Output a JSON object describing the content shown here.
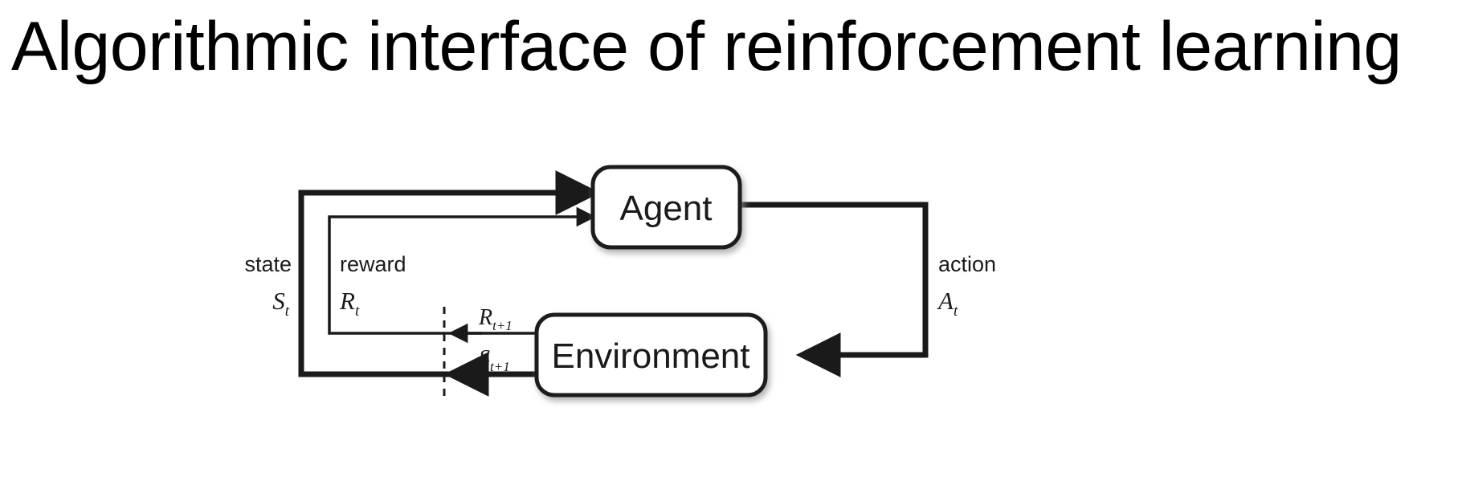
{
  "slide": {
    "title": "Algorithmic interface of reinforcement learning",
    "background_color": "#ffffff",
    "text_color": "#000000"
  },
  "diagram": {
    "name": "agent-environment-interaction-loop",
    "stroke_color": "#1a1a1a",
    "fill_color": "#ffffff",
    "nodes": [
      {
        "id": "agent",
        "label": "Agent"
      },
      {
        "id": "environment",
        "label": "Environment"
      }
    ],
    "edge_labels": [
      {
        "id": "state",
        "word": "state",
        "symbol": "S",
        "subscript": "t"
      },
      {
        "id": "reward",
        "word": "reward",
        "symbol": "R",
        "subscript": "t"
      },
      {
        "id": "action",
        "word": "action",
        "symbol": "A",
        "subscript": "t"
      },
      {
        "id": "next-reward",
        "word": "",
        "symbol": "R",
        "subscript": "t+1"
      },
      {
        "id": "next-state",
        "word": "",
        "symbol": "S",
        "subscript": "t+1"
      }
    ],
    "time_boundary": {
      "id": "time-step-divider",
      "style": "dashed"
    }
  }
}
